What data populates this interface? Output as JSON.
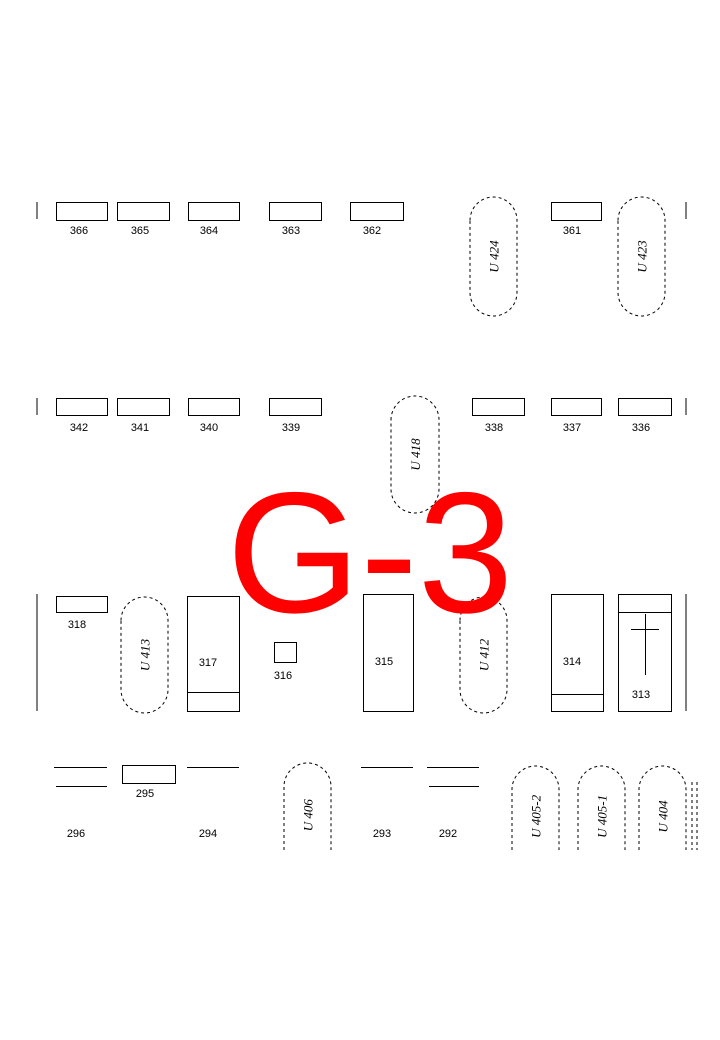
{
  "section_title": "G-3",
  "title_color": "#ff0000",
  "plots": [
    "366",
    "365",
    "364",
    "363",
    "362",
    "361",
    "342",
    "341",
    "340",
    "339",
    "338",
    "337",
    "336",
    "318",
    "317",
    "316",
    "315",
    "314",
    "313",
    "296",
    "295",
    "294",
    "293",
    "292"
  ],
  "urn_plots": [
    "U 424",
    "U 423",
    "U 418",
    "U 413",
    "U 412",
    "U 406",
    "U 405-2",
    "U 405-1",
    "U 404"
  ],
  "symbols": {
    "313": "cross-icon"
  }
}
